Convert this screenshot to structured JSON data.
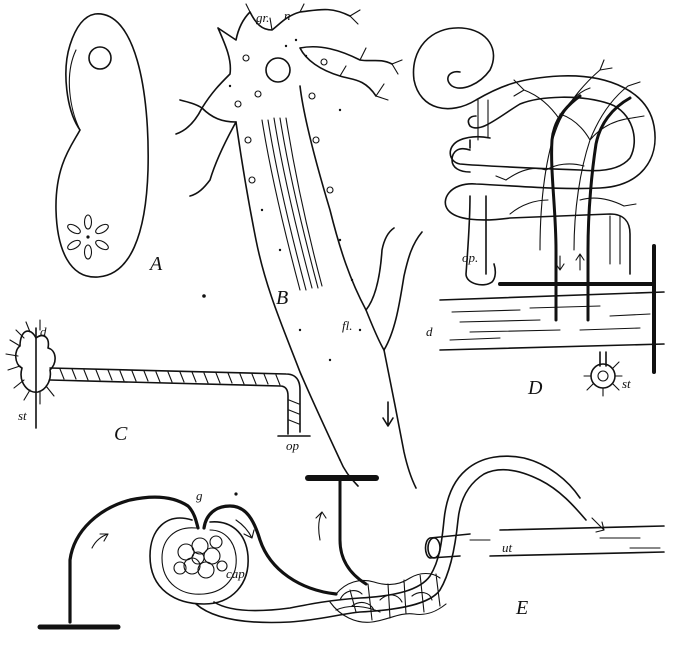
{
  "panels": {
    "A": {
      "letter": "A"
    },
    "B": {
      "letter": "B",
      "labels": {
        "gr": "gr.",
        "n": "n",
        "fl": "fl."
      }
    },
    "C": {
      "letter": "C",
      "labels": {
        "d": "d",
        "st": "st",
        "op": "op"
      }
    },
    "D": {
      "letter": "D",
      "labels": {
        "op": "op.",
        "d": "d",
        "st": "st"
      }
    },
    "E": {
      "letter": "E",
      "labels": {
        "g": "g",
        "cap": "cap",
        "ut": "ut"
      }
    }
  },
  "colors": {
    "ink": "#111111",
    "paper": "#ffffff"
  }
}
